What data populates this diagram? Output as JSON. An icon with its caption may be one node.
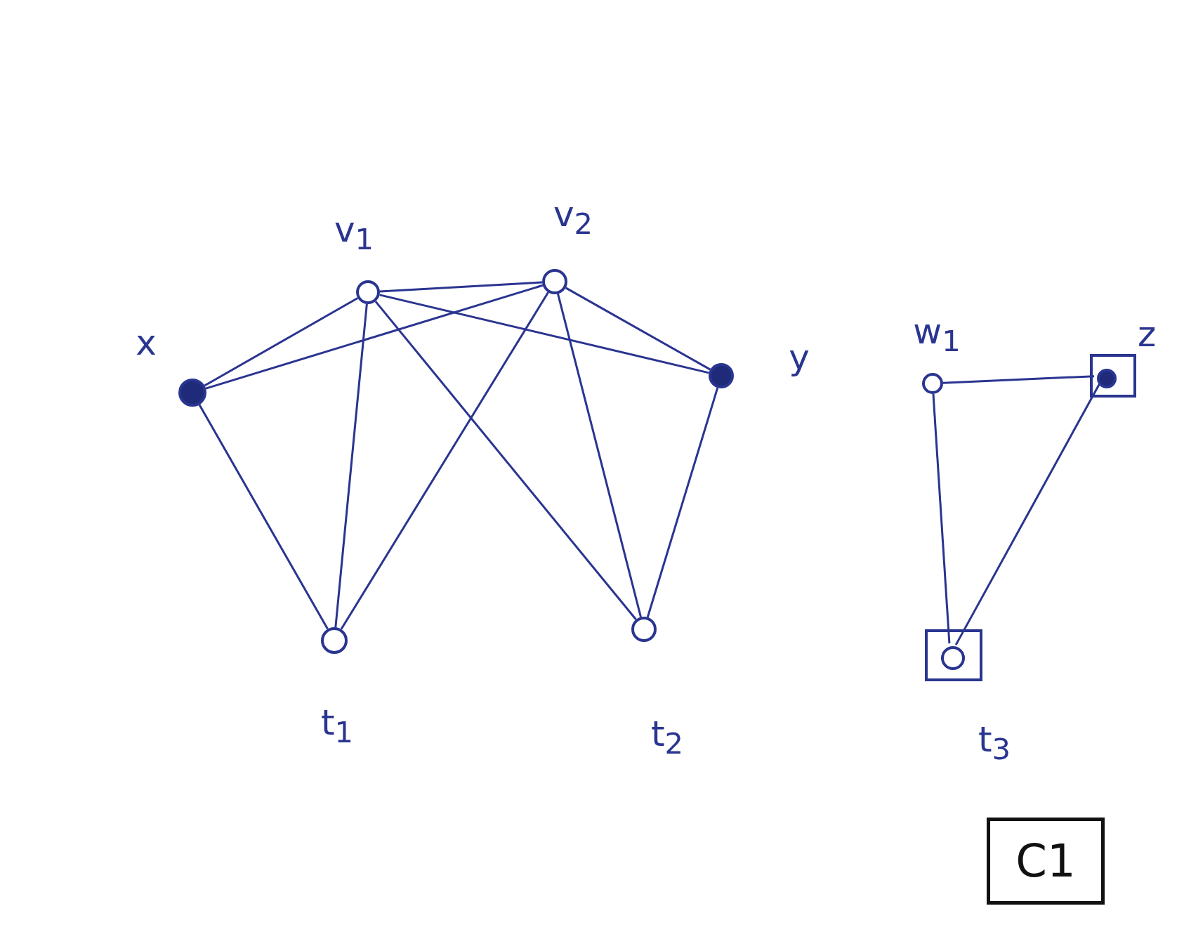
{
  "diagram": {
    "nodes": [
      {
        "text": [],
        "shape": "dot",
        "beside": [
          "x"
        ]
      },
      {
        "text": [],
        "shape": "circle",
        "beside": [
          "v$_{1}$"
        ]
      },
      {
        "text": [],
        "shape": "circle",
        "beside": [
          "v$_{2}$"
        ]
      },
      {
        "text": [],
        "shape": "dot",
        "beside": [
          "y"
        ]
      },
      {
        "text": [],
        "shape": "circle",
        "beside": [
          "t$_{1}$"
        ]
      },
      {
        "text": [],
        "shape": "circle",
        "beside": [
          "t$_{2}$"
        ]
      },
      {
        "text": [],
        "shape": "circle",
        "beside": [
          "w$_{1}$"
        ]
      },
      {
        "text": [],
        "shape": "box"
      },
      {
        "text": [],
        "shape": "dot",
        "beside": [
          "z"
        ],
        "in": 7
      },
      {
        "text": [],
        "shape": "box"
      },
      {
        "text": [],
        "shape": "circle",
        "beside": [
          "t$_{3}$"
        ],
        "in": 9
      },
      {
        "text": [
          "C1"
        ]
      }
    ],
    "edges": [
      {
        "from": 0,
        "to": 1,
        "arrow": "none"
      },
      {
        "from": 0,
        "to": 2,
        "arrow": "none"
      },
      {
        "from": 0,
        "to": 4,
        "arrow": "none"
      },
      {
        "from": 1,
        "to": 2,
        "arrow": "none"
      },
      {
        "from": 1,
        "to": 3,
        "arrow": "none"
      },
      {
        "from": 1,
        "to": 4,
        "arrow": "none"
      },
      {
        "from": 1,
        "to": 5,
        "arrow": "none"
      },
      {
        "from": 2,
        "to": 4,
        "arrow": "none"
      },
      {
        "from": 2,
        "to": 3,
        "arrow": "none"
      },
      {
        "from": 2,
        "to": 5,
        "arrow": "none"
      },
      {
        "from": 3,
        "to": 5,
        "arrow": "none"
      },
      {
        "from": 6,
        "to": 8,
        "arrow": "none"
      },
      {
        "from": 6,
        "to": 10,
        "arrow": "none"
      },
      {
        "from": 8,
        "to": 10,
        "arrow": "none"
      }
    ]
  }
}
